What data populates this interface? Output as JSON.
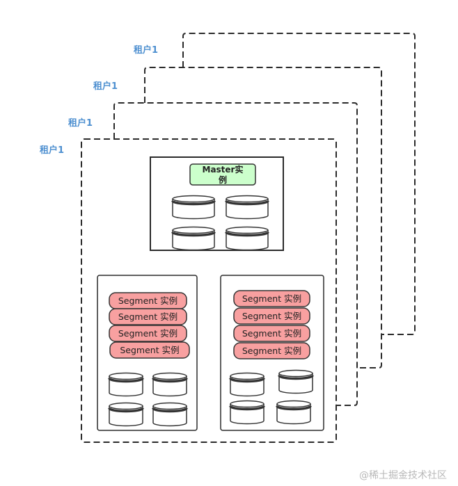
{
  "tenants": [
    {
      "label": "租户1"
    },
    {
      "label": "租户1"
    },
    {
      "label": "租户1"
    },
    {
      "label": "租户1"
    }
  ],
  "master": {
    "label_line1": "Master实",
    "label_line2": "例",
    "disks": 4
  },
  "segment_groups": [
    {
      "instances": [
        "Segment 实例",
        "Segment 实例",
        "Segment 实例",
        "Segment 实例"
      ],
      "disks": 4
    },
    {
      "instances": [
        "Segment 实例",
        "Segment 实例",
        "Segment 实例",
        "Segment 实例"
      ],
      "disks": 4
    }
  ],
  "watermark": "@稀土掘金技术社区",
  "colors": {
    "tenant_label": "#4d8fd0",
    "master_fill": "#ccffcc",
    "segment_fill": "#f8a0a0",
    "stroke": "#333333"
  }
}
